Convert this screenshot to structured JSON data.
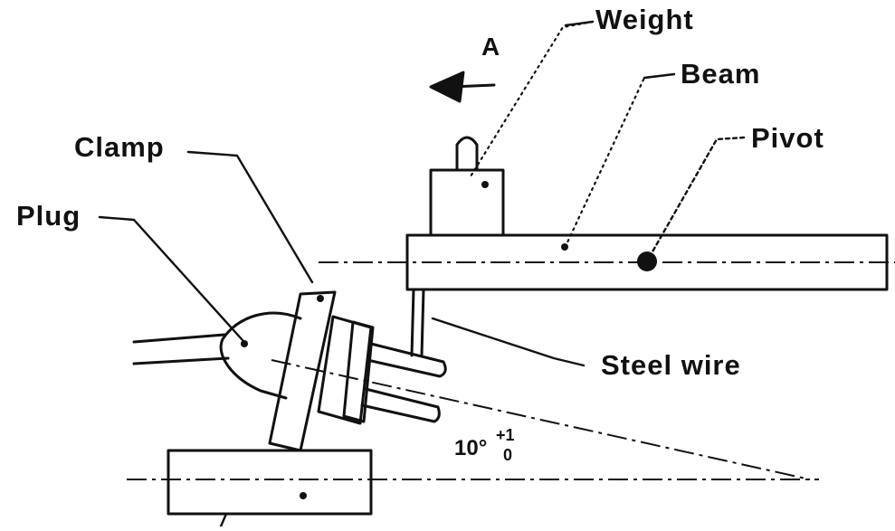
{
  "labels": {
    "weight": "Weight",
    "beam": "Beam",
    "pivot": "Pivot",
    "clamp": "Clamp",
    "plug": "Plug",
    "steel_wire": "Steel wire",
    "arrow": "A",
    "angle": "10°",
    "angle_tolerance_top": "+1",
    "angle_tolerance_bottom": "0"
  },
  "colors": {
    "ink": "#111111",
    "background": "#ffffff"
  }
}
